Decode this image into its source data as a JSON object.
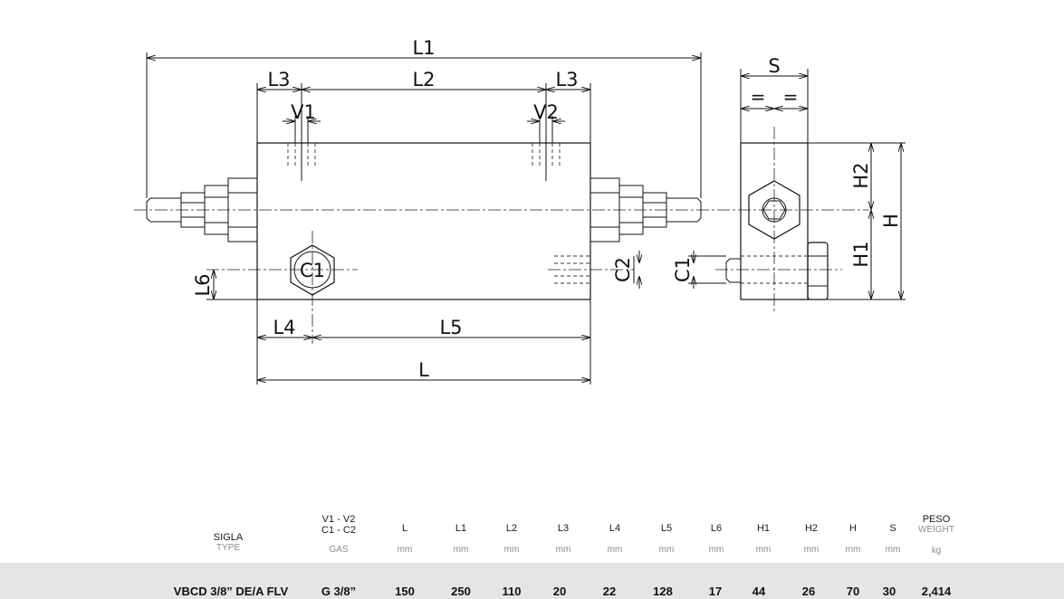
{
  "drawing": {
    "labels": {
      "L1": "L1",
      "L2": "L2",
      "L3_left": "L3",
      "L3_right": "L3",
      "V1": "V1",
      "V2": "V2",
      "C1_front": "C1",
      "C2": "C2",
      "C1_side": "C1",
      "L4": "L4",
      "L5": "L5",
      "L": "L",
      "L6": "L6",
      "S": "S",
      "eq_left": "=",
      "eq_right": "=",
      "H2": "H2",
      "H1": "H1",
      "H": "H"
    }
  },
  "table": {
    "header": {
      "sigla": "SIGLA",
      "type": "TYPE",
      "ports_line1": "V1 - V2",
      "ports_line2": "C1 - C2",
      "gas": "GAS",
      "peso": "PESO",
      "weight": "WEIGHT",
      "kg": "kg",
      "mm": "mm",
      "cols": [
        "L",
        "L1",
        "L2",
        "L3",
        "L4",
        "L5",
        "L6",
        "H1",
        "H2",
        "H",
        "S"
      ]
    },
    "row": {
      "sigla": "VBCD 3/8” DE/A FLV",
      "gas": "G 3/8”",
      "values": [
        "150",
        "250",
        "110",
        "20",
        "22",
        "128",
        "17",
        "44",
        "26",
        "70",
        "30"
      ],
      "weight": "2,414"
    }
  }
}
